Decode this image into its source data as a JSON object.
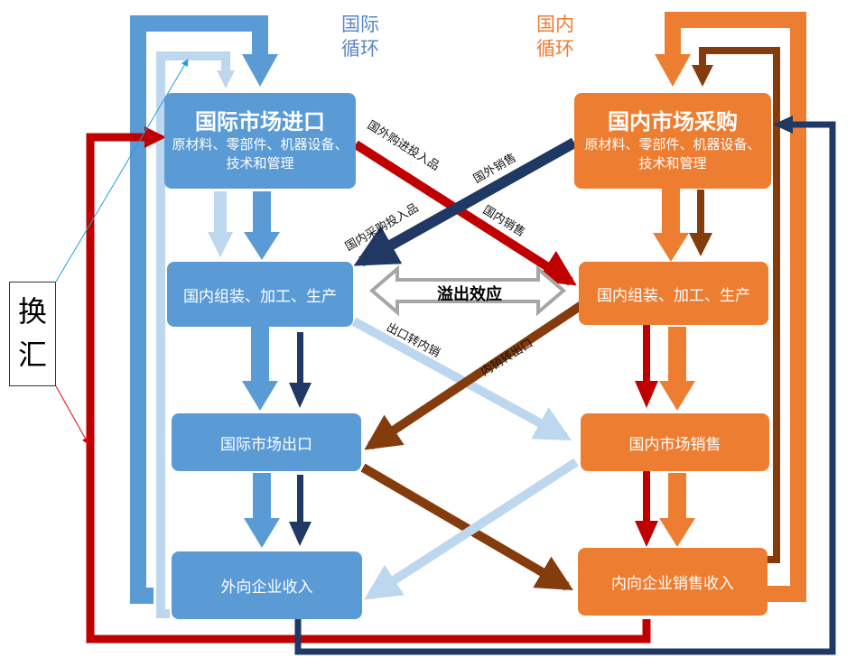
{
  "legend": {
    "international": {
      "line1": "国际",
      "line2": "循环",
      "color": "#5b87c9"
    },
    "domestic": {
      "line1": "国内",
      "line2": "循环",
      "color": "#ed7d31"
    }
  },
  "colors": {
    "blue": "#5b9bd5",
    "orange": "#ed7d31",
    "light_blue": "#bdd7ee",
    "dark_navy": "#1f3864",
    "red": "#c00000",
    "brown": "#843c0c",
    "gray": "#a6a6a6"
  },
  "nodes": {
    "intl_import": {
      "title": "国际市场进口",
      "sub1": "原材料、零部件、机器设备、",
      "sub2": "技术和管理"
    },
    "dom_purchase": {
      "title": "国内市场采购",
      "sub1": "原材料、零部件、机器设备、",
      "sub2": "技术和管理"
    },
    "left_production": {
      "label": "国内组装、加工、生产"
    },
    "right_production": {
      "label": "国内组装、加工、生产"
    },
    "intl_export": {
      "label": "国际市场出口"
    },
    "dom_sales": {
      "label": "国内市场销售"
    },
    "outward_income": {
      "label": "外向企业收入"
    },
    "inward_income": {
      "label": "内向企业销售收入"
    }
  },
  "labels": {
    "foreign_purchase_inputs": "国外购进投入品",
    "foreign_sales": "国外销售",
    "domestic_purchase_inputs": "国内采购投入品",
    "domestic_sales": "国内销售",
    "spillover": "溢出效应",
    "export_to_domestic": "出口转内销",
    "domestic_to_export": "内销转出口",
    "exchange": "换汇"
  }
}
